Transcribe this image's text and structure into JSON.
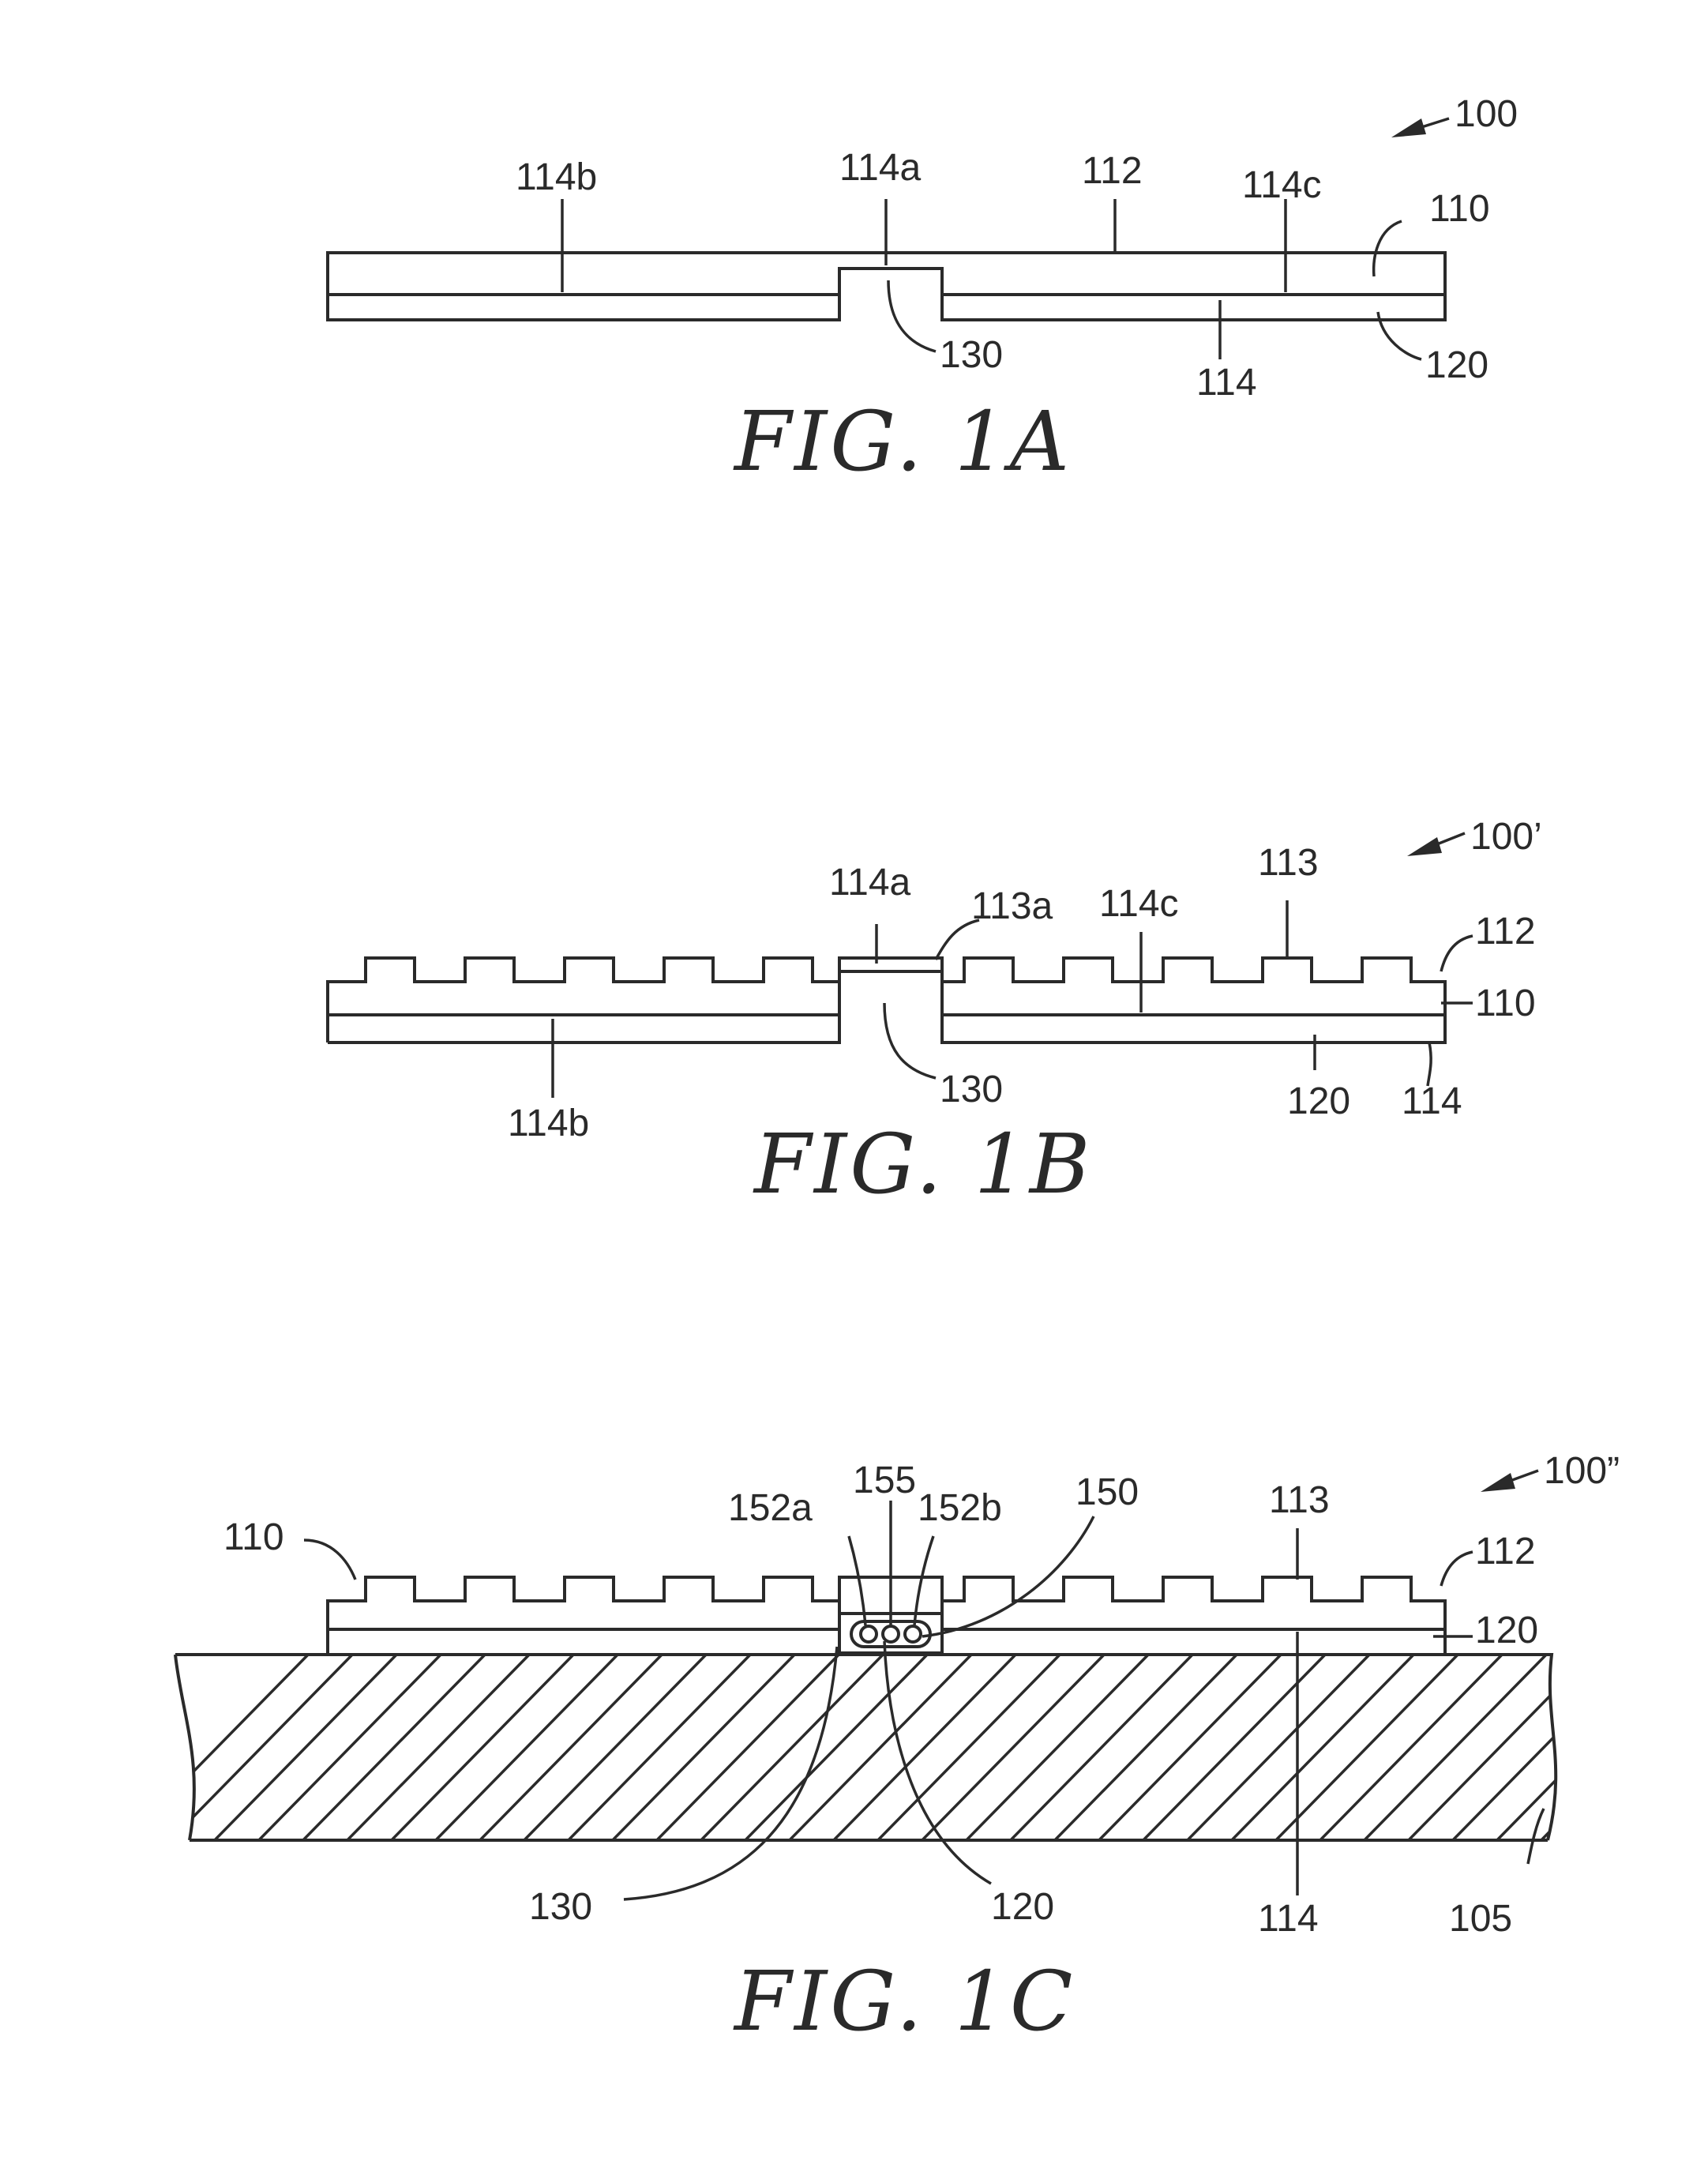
{
  "figures": [
    {
      "id": "1A",
      "caption": "FIG. 1A",
      "reference": "100",
      "labels": {
        "l100": "100",
        "l114b": "114b",
        "l114a": "114a",
        "l112": "112",
        "l114c": "114c",
        "l110": "110",
        "l130": "130",
        "l114": "114",
        "l120": "120"
      }
    },
    {
      "id": "1B",
      "caption": "FIG. 1B",
      "reference": "100’",
      "labels": {
        "l100": "100’",
        "l114a": "114a",
        "l113a": "113a",
        "l114c": "114c",
        "l113": "113",
        "l112": "112",
        "l110": "110",
        "l130": "130",
        "l114b": "114b",
        "l120": "120",
        "l114": "114"
      }
    },
    {
      "id": "1C",
      "caption": "FIG. 1C",
      "reference": "100”",
      "labels": {
        "l100": "100”",
        "l110": "110",
        "l152a": "152a",
        "l155": "155",
        "l152b": "152b",
        "l150": "150",
        "l113": "113",
        "l112": "112",
        "l120a": "120",
        "l130": "130",
        "l120b": "120",
        "l114": "114",
        "l105": "105"
      }
    }
  ]
}
